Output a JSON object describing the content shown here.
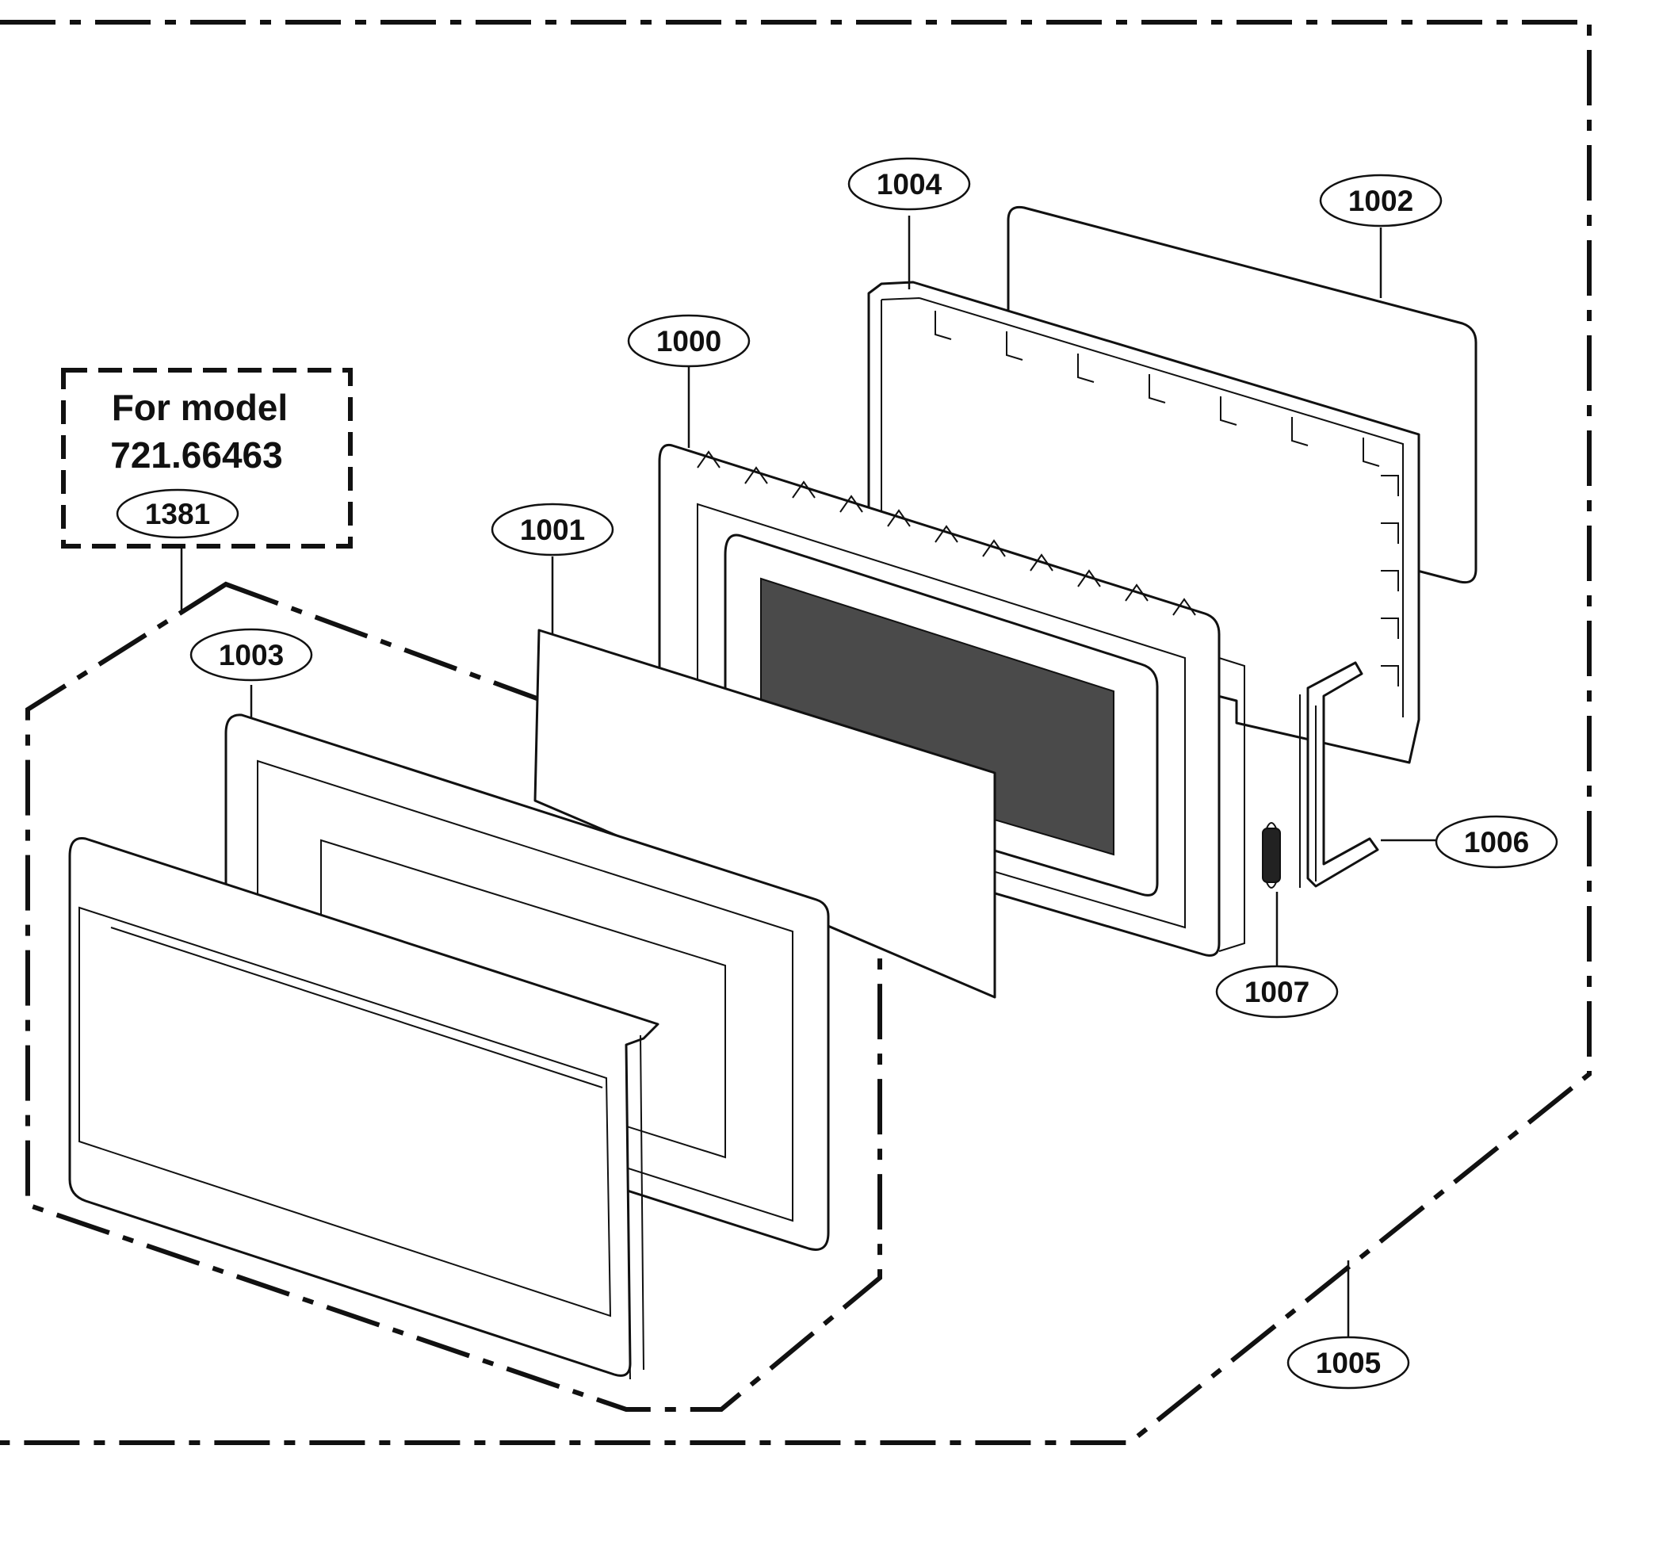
{
  "note": {
    "line1": "For model",
    "line2": "721.66463"
  },
  "callouts": [
    {
      "id": "c1000",
      "label": "1000",
      "part": "door inner frame with mesh screen"
    },
    {
      "id": "c1001",
      "label": "1001",
      "part": "door glass sheet"
    },
    {
      "id": "c1002",
      "label": "1002",
      "part": "back panel"
    },
    {
      "id": "c1003",
      "label": "1003",
      "part": "door front frame and handle"
    },
    {
      "id": "c1004",
      "label": "1004",
      "part": "choke frame"
    },
    {
      "id": "c1005",
      "label": "1005",
      "part": "door assembly"
    },
    {
      "id": "c1006",
      "label": "1006",
      "part": "latch hook"
    },
    {
      "id": "c1007",
      "label": "1007",
      "part": "latch spring"
    },
    {
      "id": "c1381",
      "label": "1381",
      "part": "model-specific front assembly"
    }
  ]
}
